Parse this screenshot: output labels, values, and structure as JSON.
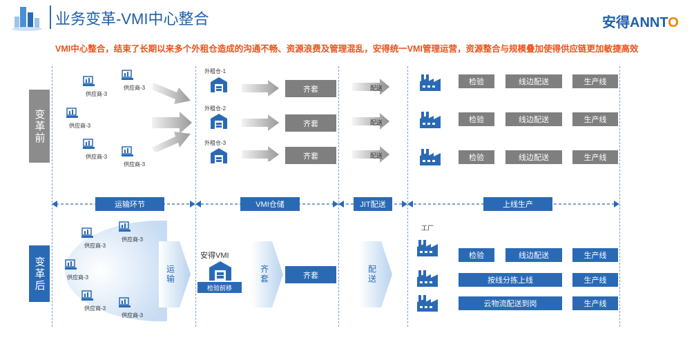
{
  "header": {
    "title": "业务变革-VMI中心整合",
    "brand_cn": "安得",
    "brand_en_a": "ANNT",
    "brand_en_b": "O",
    "subtitle": "VMI中心整合，结束了长期以来多个外租仓造成的沟通不畅、资源浪费及管理混乱，安得统一VMI管理运营，资源整合与规模叠加使得供应链更加敏捷高效"
  },
  "rows": {
    "before": "变革前",
    "after": "变革后"
  },
  "stages": [
    "运输环节",
    "VMI仓储",
    "JIT配送",
    "上线生产"
  ],
  "before": {
    "supplier": "供应商-3",
    "warehouses": [
      "外租仓-1",
      "外租仓-2",
      "外租仓-3"
    ],
    "kit": "齐套",
    "delivery": "配送",
    "steps": [
      "检验",
      "线边配送",
      "生产线"
    ]
  },
  "after": {
    "supplier": "供应商-3",
    "transport": "运输",
    "vmi_label": "安得VMI",
    "vmi_sub": "检验前移",
    "kit_arrow": "齐套",
    "kit": "齐套",
    "delivery": "配送",
    "factory": "工厂",
    "row1": [
      "检验",
      "线边配送",
      "生产线"
    ],
    "row2": [
      "按线分拣上线",
      "生产线"
    ],
    "row3": [
      "云物流配送到岗",
      "生产线"
    ]
  },
  "colors": {
    "accent": "#2a6ab5",
    "title": "#1f5fa8",
    "subtitle": "#e8541c",
    "gray": "#7f7f7f",
    "brand_orange": "#f08300"
  }
}
